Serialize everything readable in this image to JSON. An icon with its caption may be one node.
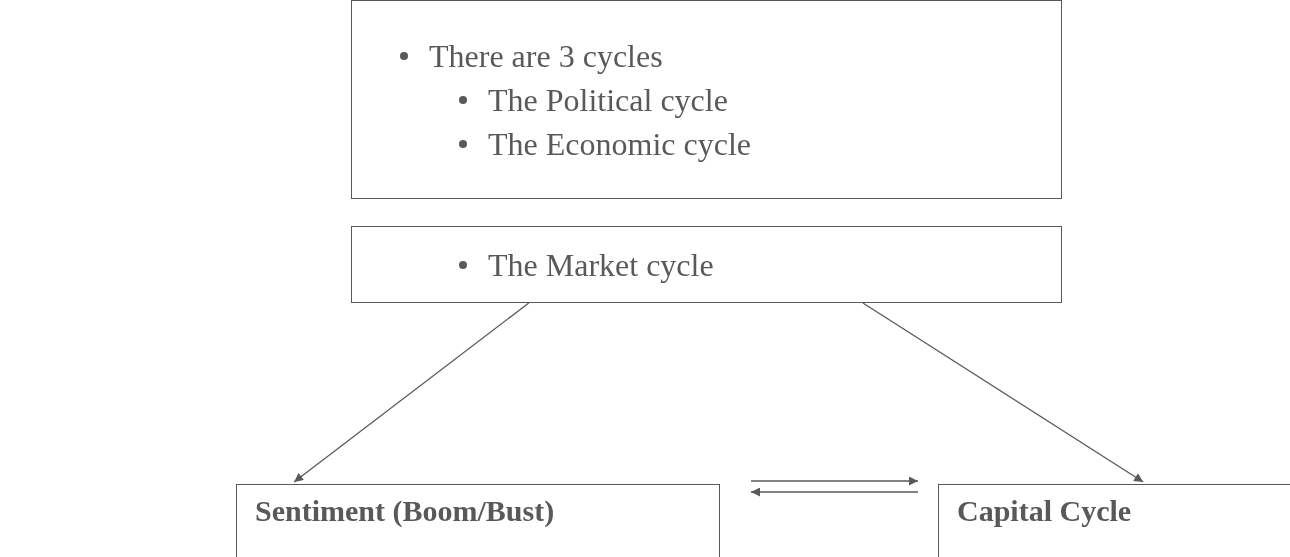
{
  "diagram": {
    "nodes": [
      {
        "text": [
          "There are 3 cycles",
          "The Political cycle",
          "The Economic cycle"
        ]
      },
      {
        "text": [
          "The Market cycle"
        ]
      },
      {
        "text": [
          "Sentiment (Boom/Bust)"
        ]
      },
      {
        "text": [
          "Capital Cycle"
        ]
      }
    ],
    "edges": [
      {
        "from": 1,
        "to": 2,
        "arrow": "to"
      },
      {
        "from": 1,
        "to": 3,
        "arrow": "to"
      },
      {
        "from": 2,
        "to": 3,
        "arrow": "to"
      },
      {
        "from": 3,
        "to": 2,
        "arrow": "to"
      }
    ]
  }
}
